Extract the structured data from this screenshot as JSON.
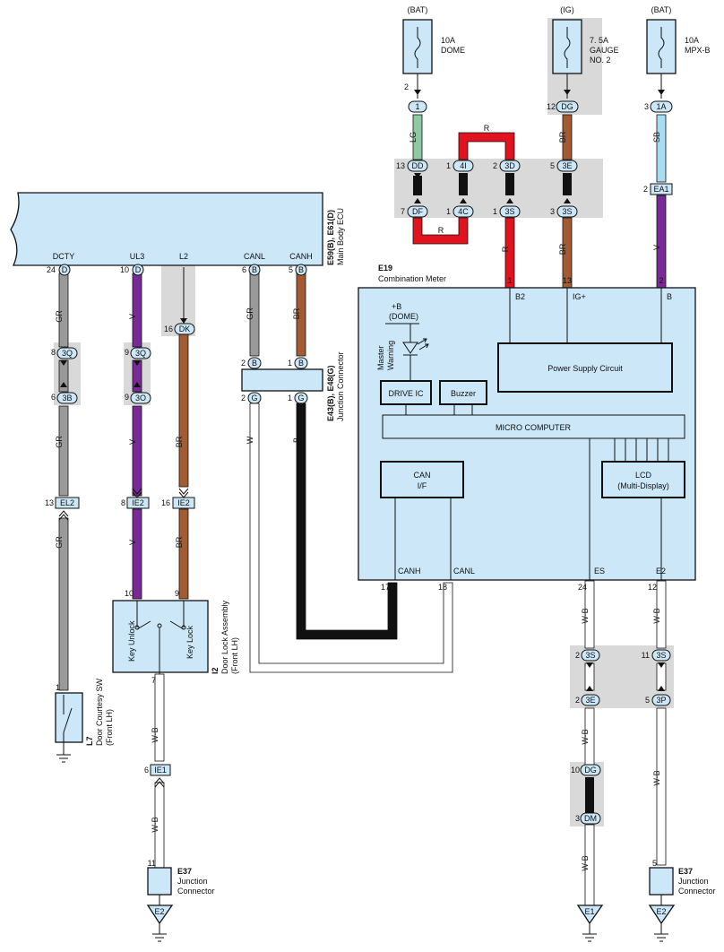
{
  "colors": {
    "GR": "#9a9a9a",
    "V": "#7a2a96",
    "BR": "#a25b33",
    "LG": "#8fc9a4",
    "R": "#e0131e",
    "SB": "#a7dcf2",
    "B": "#111111",
    "W": "#ffffff",
    "W-B": "#ffffff",
    "component_fill": "#cce7f7",
    "connector_shade": "#d9d9d9"
  },
  "power_sources": [
    {
      "id": "fuse-dome",
      "supply": "(BAT)",
      "fuse": "10A",
      "name": "DOME",
      "pin": "2",
      "connector": "1"
    },
    {
      "id": "fuse-gauge",
      "supply": "(IG)",
      "fuse": "7. 5A",
      "name": "GAUGE NO. 2",
      "name_lines": [
        "7. 5A",
        "GAUGE",
        "NO. 2"
      ],
      "pin": "12",
      "connector": "DG"
    },
    {
      "id": "fuse-mpxb",
      "supply": "(BAT)",
      "fuse": "10A",
      "name": "MPX-B",
      "pin": "3",
      "connector": "1A"
    }
  ],
  "ecu": {
    "id": "E59(B), E61(D)",
    "name": "Main Body ECU",
    "terminals": [
      {
        "name": "DCTY",
        "pin": "24",
        "conn": "D"
      },
      {
        "name": "UL3",
        "pin": "10",
        "conn": "D"
      },
      {
        "name": "L2",
        "pin": "",
        "conn": ""
      },
      {
        "name": "CANL",
        "pin": "6",
        "conn": "B"
      },
      {
        "name": "CANH",
        "pin": "5",
        "conn": "B"
      }
    ]
  },
  "combination_meter": {
    "id": "E19",
    "name": "Combination Meter",
    "top_terminals": [
      {
        "name": "B2",
        "pin": "1"
      },
      {
        "name": "IG+",
        "pin": "13"
      },
      {
        "name": "B",
        "pin": "2"
      }
    ],
    "bottom_terminals": [
      {
        "name": "CANH",
        "pin": "17"
      },
      {
        "name": "CANL",
        "pin": "18"
      },
      {
        "name": "ES",
        "pin": "24"
      },
      {
        "name": "E2",
        "pin": "12"
      }
    ],
    "dome_label": [
      "+B",
      "(DOME)"
    ],
    "warning_label": [
      "Master",
      "Warning"
    ],
    "blocks": {
      "power_supply": "Power Supply Circuit",
      "drive_ic": "DRIVE IC",
      "buzzer": "Buzzer",
      "micro": "MICRO COMPUTER",
      "can_if": [
        "CAN",
        "I/F"
      ],
      "lcd": [
        "LCD",
        "(Multi-Display)"
      ]
    }
  },
  "junction_e43": {
    "id": "E43(B), E48(G)",
    "name": "Junction Connector",
    "pins_top": [
      "2",
      "B",
      "1",
      "B"
    ],
    "pins_bottom": [
      "2",
      "G",
      "1",
      "G"
    ]
  },
  "door_lock": {
    "id": "I2",
    "name": "Door Lock Assembly",
    "sub": "(Front LH)",
    "key_unlock": "Key Unlock",
    "key_lock": "Key Lock",
    "pin_unlock": "10",
    "pin_lock": "9",
    "pin_out": "7"
  },
  "courtesy_sw": {
    "id": "L7",
    "name": "Door Courtesy SW",
    "sub": "(Front LH)",
    "pin": "1"
  },
  "junction_e37": {
    "id": "E37",
    "name_lines": [
      "Junction",
      "Connector"
    ],
    "pin_left": "11",
    "pin_right": "5"
  },
  "grounds": [
    "E2",
    "E1",
    "E2"
  ],
  "wire_labels": {
    "gr": "GR",
    "v": "V",
    "br": "BR",
    "lg": "LG",
    "r": "R",
    "sb": "SB",
    "b": "B",
    "w": "W",
    "wb": "W-B"
  },
  "connectors": {
    "c3q": [
      "8",
      "3Q"
    ],
    "c3b": [
      "6",
      "3B"
    ],
    "c3q2": [
      "9",
      "3Q"
    ],
    "c3o": [
      "9",
      "3O"
    ],
    "dk": [
      "16",
      "DK"
    ],
    "el2": [
      "13",
      "EL2"
    ],
    "ie2a": [
      "8",
      "IE2"
    ],
    "ie2b": [
      "16",
      "IE2"
    ],
    "ie1": [
      "6",
      "IE1"
    ],
    "dd": [
      "13",
      "DD"
    ],
    "df": [
      "7",
      "DF"
    ],
    "i4": [
      "1",
      "4I"
    ],
    "c4c": [
      "1",
      "4C"
    ],
    "c3d": [
      "2",
      "3D"
    ],
    "c3s": [
      "1",
      "3S"
    ],
    "c3e": [
      "5",
      "3E"
    ],
    "c3s2": [
      "3",
      "3S"
    ],
    "ea1": [
      "2",
      "EA1"
    ],
    "c3s3": [
      "2",
      "3S"
    ],
    "c3e2": [
      "2",
      "3E"
    ],
    "c3s4": [
      "11",
      "3S"
    ],
    "c3p": [
      "5",
      "3P"
    ],
    "dg2": [
      "10",
      "DG"
    ],
    "dm": [
      "3",
      "DM"
    ]
  }
}
